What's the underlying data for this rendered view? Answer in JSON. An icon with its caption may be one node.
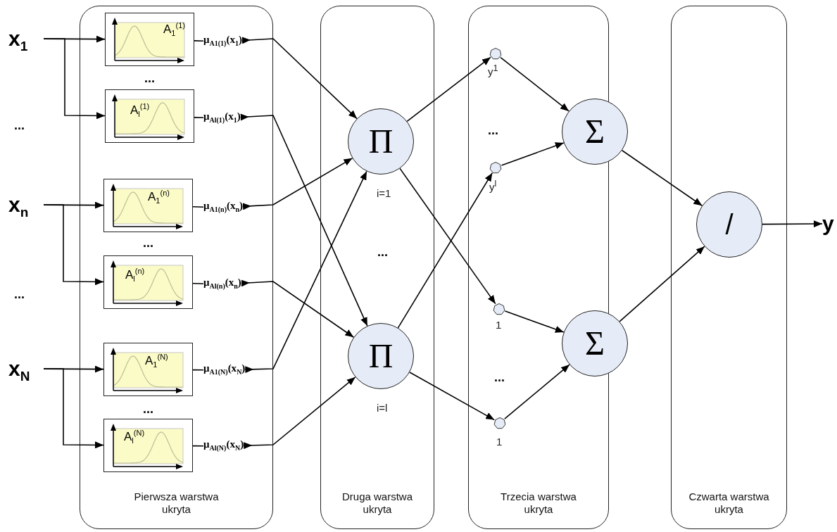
{
  "diagram": {
    "nodes": [
      {
        "text": [
          "Pierwsza warstwa ukryta"
        ]
      },
      {
        "text": [
          "Druga warstwa ukryta"
        ]
      },
      {
        "text": [
          "Trzecia warstwa ukryta"
        ]
      },
      {
        "text": [
          "Czwarta warstwa ukryta"
        ]
      },
      {
        "text": [
          "x$_{1}$"
        ]
      },
      {
        "text": [
          "x$_{n}$"
        ]
      },
      {
        "text": [
          "x$_{N}$"
        ]
      },
      {
        "text": [
          "A$_{1}$$^{(1)}$"
        ],
        "in": 0
      },
      {
        "text": [
          "A$_{l}$$^{(1)}$"
        ],
        "in": 0
      },
      {
        "text": [
          "A$_{1}$$^{(n)}$"
        ],
        "in": 0
      },
      {
        "text": [
          "A$_{l}$$^{(n)}$"
        ],
        "in": 0
      },
      {
        "text": [
          "A$_{1}$$^{(N)}$"
        ],
        "in": 0
      },
      {
        "text": [
          "A$_{l}$$^{(N)}$"
        ],
        "in": 0
      },
      {
        "text": [
          "μ$_{A1(1)}$(x$_{1}$)"
        ],
        "in": 0
      },
      {
        "text": [
          "μ$_{Al(1)}$(x$_{1}$)"
        ],
        "in": 0
      },
      {
        "text": [
          "μ$_{A1(n)}$(x$_{n}$)"
        ],
        "in": 0
      },
      {
        "text": [
          "μ$_{Al(n)}$(x$_{n}$)"
        ],
        "in": 0
      },
      {
        "text": [
          "μ$_{A1(N)}$(x$_{N}$)"
        ],
        "in": 0
      },
      {
        "text": [
          "μ$_{Al(N)}$(x$_{N}$)"
        ],
        "in": 0
      },
      {
        "text": [
          "Π"
        ],
        "beside": [
          "i=1"
        ],
        "in": 1
      },
      {
        "text": [
          "Π"
        ],
        "beside": [
          "i=l"
        ],
        "in": 1
      },
      {
        "text": [],
        "shape": "heptagon",
        "beside": [
          "y$^{1}$"
        ],
        "in": 2
      },
      {
        "text": [],
        "shape": "heptagon",
        "beside": [
          "y$^{l}$"
        ],
        "in": 2
      },
      {
        "text": [],
        "shape": "heptagon",
        "beside": [
          "1"
        ],
        "in": 2
      },
      {
        "text": [],
        "shape": "heptagon",
        "beside": [
          "1"
        ],
        "in": 2
      },
      {
        "text": [
          "Σ"
        ]
      },
      {
        "text": [
          "Σ"
        ]
      },
      {
        "text": [
          "/"
        ],
        "in": 3
      },
      {
        "text": [
          "y"
        ]
      }
    ],
    "edges": [
      {
        "from": 4,
        "to": 7,
        "arrow": "to"
      },
      {
        "from": 4,
        "to": 8,
        "arrow": "to"
      },
      {
        "from": 5,
        "to": 9,
        "arrow": "to"
      },
      {
        "from": 5,
        "to": 10,
        "arrow": "to"
      },
      {
        "from": 6,
        "to": 11,
        "arrow": "to"
      },
      {
        "from": 6,
        "to": 12,
        "arrow": "to"
      },
      {
        "from": 7,
        "to": 13,
        "arrow": "none"
      },
      {
        "from": 8,
        "to": 14,
        "arrow": "none"
      },
      {
        "from": 9,
        "to": 15,
        "arrow": "none"
      },
      {
        "from": 10,
        "to": 16,
        "arrow": "none"
      },
      {
        "from": 11,
        "to": 17,
        "arrow": "none"
      },
      {
        "from": 12,
        "to": 18,
        "arrow": "none"
      },
      {
        "from": 13,
        "to": 19,
        "arrow": "to"
      },
      {
        "from": 14,
        "to": 20,
        "arrow": "to"
      },
      {
        "from": 15,
        "to": 19,
        "arrow": "to"
      },
      {
        "from": 16,
        "to": 20,
        "arrow": "to"
      },
      {
        "from": 17,
        "to": 19,
        "arrow": "to"
      },
      {
        "from": 18,
        "to": 20,
        "arrow": "to"
      },
      {
        "from": 19,
        "to": 21,
        "arrow": "to"
      },
      {
        "from": 19,
        "to": 23,
        "arrow": "to"
      },
      {
        "from": 20,
        "to": 22,
        "arrow": "to"
      },
      {
        "from": 20,
        "to": 24,
        "arrow": "to"
      },
      {
        "from": 21,
        "to": 25,
        "arrow": "to"
      },
      {
        "from": 22,
        "to": 25,
        "arrow": "to"
      },
      {
        "from": 23,
        "to": 26,
        "arrow": "to"
      },
      {
        "from": 24,
        "to": 26,
        "arrow": "to"
      },
      {
        "from": 25,
        "to": 27,
        "arrow": "to"
      },
      {
        "from": 26,
        "to": 27,
        "arrow": "to"
      },
      {
        "from": 27,
        "to": 28,
        "arrow": "to"
      }
    ],
    "labels": [
      "...",
      "...",
      "...",
      "...",
      "...",
      "...",
      "...",
      "..."
    ]
  }
}
